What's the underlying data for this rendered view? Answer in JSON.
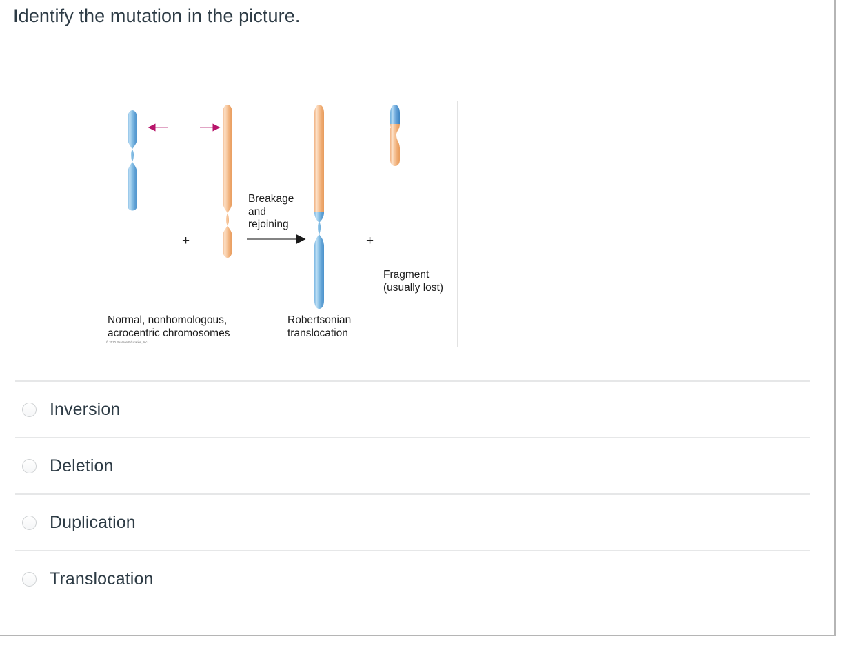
{
  "question": {
    "text": "Identify the mutation in the picture."
  },
  "figure": {
    "alt_name": "robertsonian-translocation-diagram",
    "labels": {
      "normal": "Normal, nonhomologous,\nacrocentric chromosomes",
      "normal_line1": "Normal, nonhomologous,",
      "normal_line2": "acrocentric chromosomes",
      "robertsonian_line1": "Robertsonian",
      "robertsonian_line2": "translocation",
      "fragment_line1": "Fragment",
      "fragment_line2": "(usually lost)",
      "breakage_line1": "Breakage",
      "breakage_line2": "and",
      "breakage_line3": "rejoining"
    },
    "plus_symbol": "+",
    "copyright": "© 2010 Pearson Education, Inc.",
    "colors": {
      "blue_chromosome": "#6aaede",
      "blue_chromosome_light": "#b6d9f2",
      "blue_chromosome_dark": "#3d87c4",
      "orange_chromosome": "#f2b784",
      "orange_chromosome_light": "#fbdcc0",
      "orange_chromosome_dark": "#e09a5e",
      "pointer_arrow": "#b8156b",
      "process_arrow": "#555555",
      "frame_line": "#e2e2e2"
    }
  },
  "options": [
    {
      "id": "inversion",
      "label": "Inversion",
      "selected": false
    },
    {
      "id": "deletion",
      "label": "Deletion",
      "selected": false
    },
    {
      "id": "duplication",
      "label": "Duplication",
      "selected": false
    },
    {
      "id": "translocation",
      "label": "Translocation",
      "selected": false
    }
  ]
}
